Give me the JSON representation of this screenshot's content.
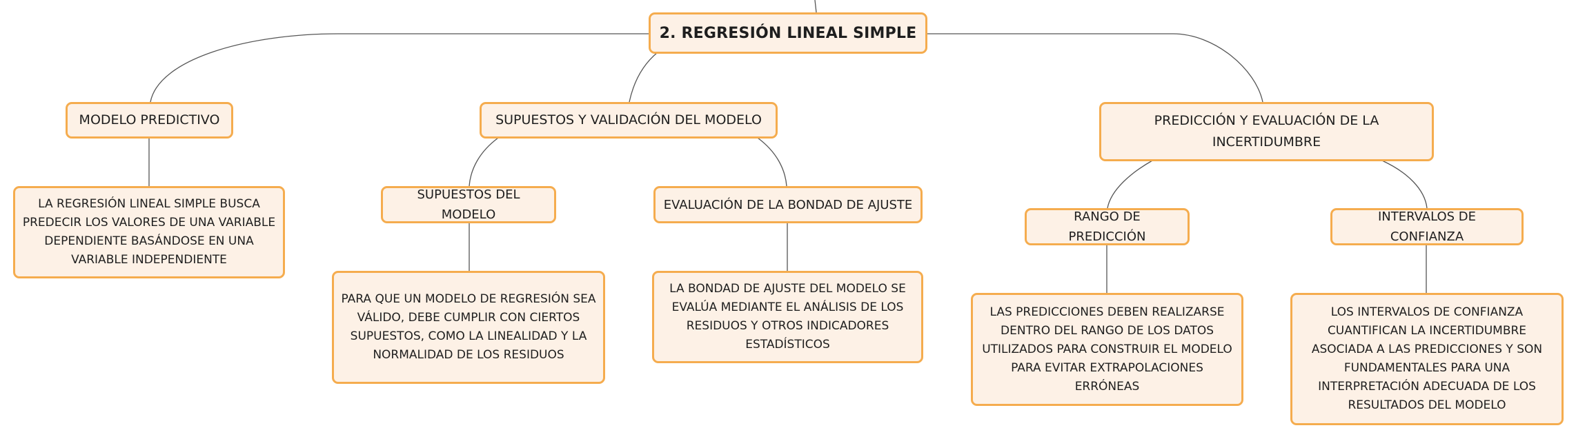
{
  "diagram": {
    "root": {
      "label": "2. REGRESIÓN LINEAL SIMPLE"
    },
    "modelo_predictivo": {
      "label": "MODELO PREDICTIVO",
      "description": "LA REGRESIÓN LINEAL SIMPLE BUSCA PREDECIR LOS VALORES DE UNA VARIABLE DEPENDIENTE BASÁNDOSE EN UNA VARIABLE INDEPENDIENTE"
    },
    "supuestos_validacion": {
      "label": "SUPUESTOS Y VALIDACIÓN DEL MODELO",
      "supuestos_modelo": {
        "label": "SUPUESTOS DEL MODELO",
        "description": "PARA QUE UN MODELO DE REGRESIÓN SEA VÁLIDO, DEBE CUMPLIR CON CIERTOS SUPUESTOS, COMO LA LINEALIDAD Y LA NORMALIDAD DE LOS RESIDUOS"
      },
      "bondad_ajuste": {
        "label": "EVALUACIÓN DE LA BONDAD DE AJUSTE",
        "description": "LA BONDAD DE AJUSTE DEL MODELO SE EVALÚA MEDIANTE EL ANÁLISIS DE LOS RESIDUOS Y OTROS INDICADORES ESTADÍSTICOS"
      }
    },
    "prediccion_evaluacion": {
      "label": "PREDICCIÓN Y EVALUACIÓN DE LA INCERTIDUMBRE",
      "rango_prediccion": {
        "label": "RANGO DE PREDICCIÓN",
        "description": "LAS PREDICCIONES DEBEN REALIZARSE DENTRO DEL RANGO DE LOS DATOS UTILIZADOS PARA CONSTRUIR EL MODELO PARA EVITAR EXTRAPOLACIONES ERRÓNEAS"
      },
      "intervalos_confianza": {
        "label": "INTERVALOS DE CONFIANZA",
        "description": "LOS INTERVALOS DE CONFIANZA CUANTIFICAN LA INCERTIDUMBRE ASOCIADA A LAS PREDICCIONES Y SON FUNDAMENTALES PARA UNA INTERPRETACIÓN ADECUADA DE LOS RESULTADOS DEL MODELO"
      }
    }
  },
  "colors": {
    "node_border": "#f5ac4e",
    "node_fill": "#fdf1e6",
    "connector": "#555555",
    "text": "#1e1e1e"
  }
}
